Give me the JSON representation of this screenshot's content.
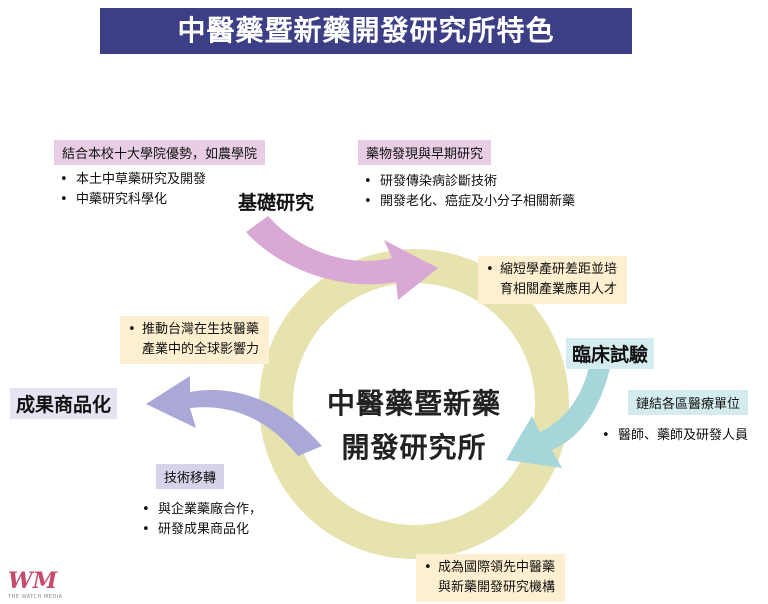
{
  "title": "中醫藥暨新藥開發研究所特色",
  "center": {
    "line1": "中醫藥暨新藥",
    "line2": "開發研究所"
  },
  "nodes": {
    "basic": {
      "label": "基礎研究",
      "tag_left": "結合本校十大學院優勢，如農學院",
      "bullets_left": [
        "本土中草藥研究及開發",
        "中藥研究科學化"
      ],
      "tag_right": "藥物發現與早期研究",
      "bullets_right": [
        "研發傳染病診斷技術",
        "開發老化、癌症及小分子相關新藥"
      ]
    },
    "clinical": {
      "label": "臨床試驗",
      "tag": "鏈結各區醫療單位",
      "bullets": [
        "醫師、藥師及研發人員"
      ]
    },
    "commercial": {
      "label": "成果商品化",
      "tag": "技術移轉",
      "bullets": [
        "與企業藥廠合作，",
        "研發成果商品化"
      ]
    }
  },
  "notes": {
    "top_right": [
      "縮短學產研差距並培",
      "育相關產業應用人才"
    ],
    "left": [
      "推動台灣在生技醫藥",
      "產業中的全球影響力"
    ],
    "bottom": [
      "成為國際領先中醫藥",
      "與新藥開發研究機構"
    ]
  },
  "logo": {
    "mark": "WM",
    "text": "THE WATCH MEDIA"
  },
  "colors": {
    "title_bg": "#3c3f86",
    "ring": "#e6e3ae",
    "arrow_pink": "#d9a8d4",
    "arrow_blue": "#a6d6da",
    "arrow_purple": "#aaa8d6",
    "note_bg": "#fdefcf"
  }
}
